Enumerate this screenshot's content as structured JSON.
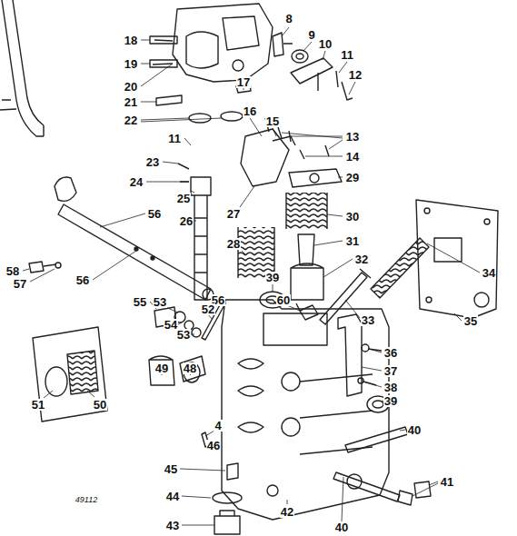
{
  "diagram": {
    "labels": [
      "8",
      "9",
      "10",
      "11",
      "12",
      "18",
      "19",
      "20",
      "17",
      "21",
      "22",
      "13",
      "16",
      "15",
      "11",
      "14",
      "23",
      "29",
      "24",
      "25",
      "26",
      "27",
      "30",
      "58",
      "56",
      "57",
      "31",
      "28",
      "32",
      "34",
      "33",
      "35",
      "56",
      "56",
      "55",
      "53",
      "39",
      "60",
      "54",
      "53",
      "52",
      "36",
      "37",
      "49",
      "48",
      "51",
      "50",
      "38",
      "39",
      "4",
      "46",
      "40",
      "45",
      "42",
      "41",
      "44",
      "40",
      "43",
      "49112"
    ]
  }
}
